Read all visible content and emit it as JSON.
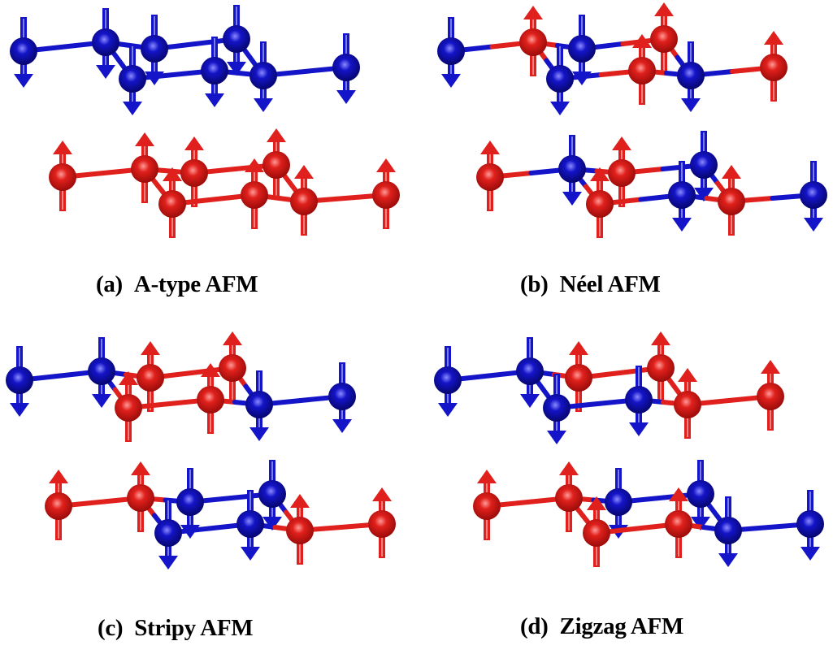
{
  "figure": {
    "colors": {
      "spin_up": "#e0201c",
      "spin_down": "#1414c8"
    },
    "legend_meaning": {
      "red": "spin up (arrow up)",
      "blue": "spin down (arrow down)"
    },
    "panels": [
      {
        "id": "a",
        "tag": "(a)",
        "title": "A-type AFM",
        "layers": {
          "top": {
            "back": [
              "down",
              "down",
              "down",
              "down"
            ],
            "front": [
              "down",
              "down",
              "down",
              "down"
            ]
          },
          "bottom": {
            "back": [
              "up",
              "up",
              "up",
              "up"
            ],
            "front": [
              "up",
              "up",
              "up",
              "up"
            ]
          }
        }
      },
      {
        "id": "b",
        "tag": "(b)",
        "title": "Néel AFM",
        "layers": {
          "top": {
            "back": [
              "down",
              "up",
              "down",
              "up"
            ],
            "front": [
              "down",
              "up",
              "down",
              "up"
            ]
          },
          "bottom": {
            "back": [
              "up",
              "down",
              "up",
              "down"
            ],
            "front": [
              "up",
              "down",
              "up",
              "down"
            ]
          }
        }
      },
      {
        "id": "c",
        "tag": "(c)",
        "title": "Stripy AFM",
        "layers": {
          "top": {
            "back": [
              "down",
              "down",
              "up",
              "up"
            ],
            "front": [
              "up",
              "up",
              "down",
              "down"
            ]
          },
          "bottom": {
            "back": [
              "up",
              "up",
              "down",
              "down"
            ],
            "front": [
              "down",
              "down",
              "up",
              "up"
            ]
          }
        }
      },
      {
        "id": "d",
        "tag": "(d)",
        "title": "Zigzag AFM",
        "layers": {
          "top": {
            "back": [
              "down",
              "down",
              "up",
              "up"
            ],
            "front": [
              "down",
              "down",
              "up",
              "up"
            ]
          },
          "bottom": {
            "back": [
              "up",
              "up",
              "down",
              "down"
            ],
            "front": [
              "up",
              "up",
              "down",
              "down"
            ]
          }
        }
      }
    ]
  }
}
